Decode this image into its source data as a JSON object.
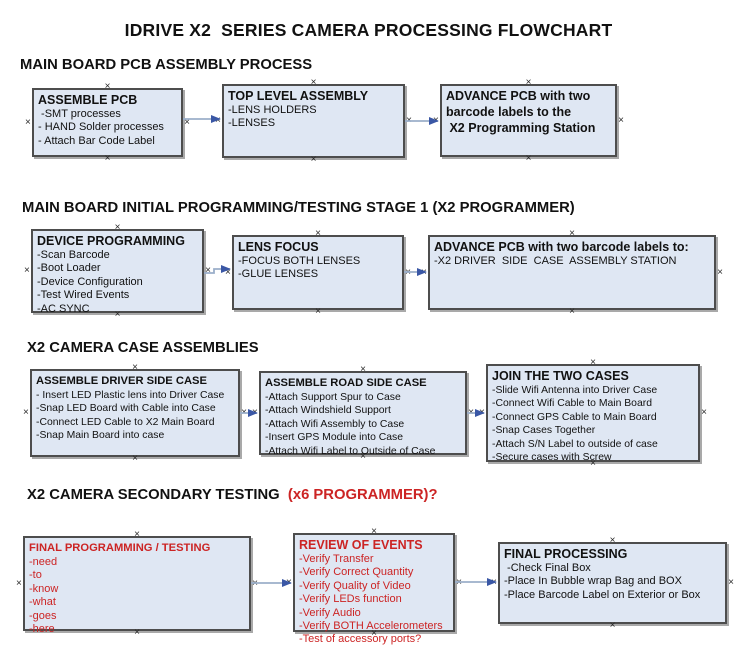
{
  "title": "IDRIVE X2  SERIES CAMERA PROCESSING FLOWCHART",
  "colors": {
    "box_fill": "#dfe7f3",
    "box_border": "#4d4d4d",
    "arrow_line": "#9bafca",
    "arrow_head": "#3a57a5",
    "red_text": "#cc2424"
  },
  "diagram": {
    "type": "flowchart",
    "connector_glyph": "×",
    "edges": [
      {
        "from": "assemble-pcb",
        "to": "top-level-assembly"
      },
      {
        "from": "top-level-assembly",
        "to": "advance-pcb-to-programming-station"
      },
      {
        "from": "device-programming",
        "to": "lens-focus"
      },
      {
        "from": "lens-focus",
        "to": "advance-pcb-to-driver-side-station"
      },
      {
        "from": "assemble-driver-side-case",
        "to": "assemble-road-side-case"
      },
      {
        "from": "assemble-road-side-case",
        "to": "join-the-two-cases"
      },
      {
        "from": "final-programming-testing",
        "to": "review-of-events"
      },
      {
        "from": "review-of-events",
        "to": "final-processing"
      }
    ]
  },
  "sections": [
    {
      "heading": "MAIN BOARD PCB ASSEMBLY PROCESS",
      "heading_suffix": "",
      "boxes": [
        {
          "title": "ASSEMBLE PCB",
          "items": [
            " -SMT processes",
            "- HAND Solder processes",
            "- Attach Bar Code Label"
          ]
        },
        {
          "title": "TOP LEVEL ASSEMBLY",
          "items": [
            "-LENS HOLDERS",
            "-LENSES"
          ]
        },
        {
          "title": "ADVANCE PCB with two\nbarcode labels to the\n X2 Programming Station",
          "items": []
        }
      ]
    },
    {
      "heading": "MAIN BOARD INITIAL PROGRAMMING/TESTING STAGE 1 (X2 PROGRAMMER)",
      "heading_suffix": "",
      "boxes": [
        {
          "title": "DEVICE PROGRAMMING",
          "items": [
            "-Scan Barcode",
            "-Boot Loader",
            "-Device Configuration",
            "-Test Wired Events",
            "-AC SYNC"
          ]
        },
        {
          "title": "LENS FOCUS",
          "items": [
            "-FOCUS BOTH LENSES",
            "-GLUE LENSES"
          ]
        },
        {
          "title": "ADVANCE PCB with two barcode labels to:",
          "items": [
            "-X2 DRIVER  SIDE  CASE  ASSEMBLY STATION"
          ]
        }
      ]
    },
    {
      "heading": "X2 CAMERA CASE ASSEMBLIES",
      "heading_suffix": "",
      "boxes": [
        {
          "title": "ASSEMBLE DRIVER SIDE CASE",
          "items": [
            "- Insert LED Plastic lens into Driver Case",
            "-Snap LED Board with Cable into Case",
            "-Connect LED Cable to X2 Main Board",
            "-Snap Main Board into case"
          ]
        },
        {
          "title": "ASSEMBLE ROAD SIDE CASE",
          "items": [
            "-Attach Support Spur to Case",
            "-Attach Windshield Support",
            "-Attach Wifi Assembly to Case",
            "-Insert GPS Module into Case",
            "-Attach Wifi Label to Outside of Case"
          ]
        },
        {
          "title": "JOIN THE TWO CASES",
          "items": [
            "-Slide Wifi Antenna into Driver Case",
            "-Connect Wifi Cable to Main Board",
            "-Connect GPS Cable to Main Board",
            "-Snap Cases Together",
            "-Attach S/N Label to outside of case",
            "-Secure cases with Screw"
          ]
        }
      ]
    },
    {
      "heading": "X2 CAMERA SECONDARY TESTING ",
      "heading_suffix": " (x6 PROGRAMMER)?",
      "boxes": [
        {
          "title": "FINAL PROGRAMMING / TESTING",
          "items": [
            "-need",
            "-to",
            "-know",
            "-what",
            "-goes",
            "-here"
          ]
        },
        {
          "title": "REVIEW OF EVENTS",
          "items": [
            "-Verify Transfer",
            "-Verify Correct Quantity",
            "-Verify Quality of Video",
            "-Verify LEDs function",
            "-Verify Audio",
            "-Verify BOTH Accelerometers",
            "-Test of accessory ports?"
          ]
        },
        {
          "title": "FINAL PROCESSING",
          "items": [
            " -Check Final Box",
            "-Place In Bubble wrap Bag and BOX",
            "-Place Barcode Label on Exterior or Box"
          ]
        }
      ]
    }
  ]
}
